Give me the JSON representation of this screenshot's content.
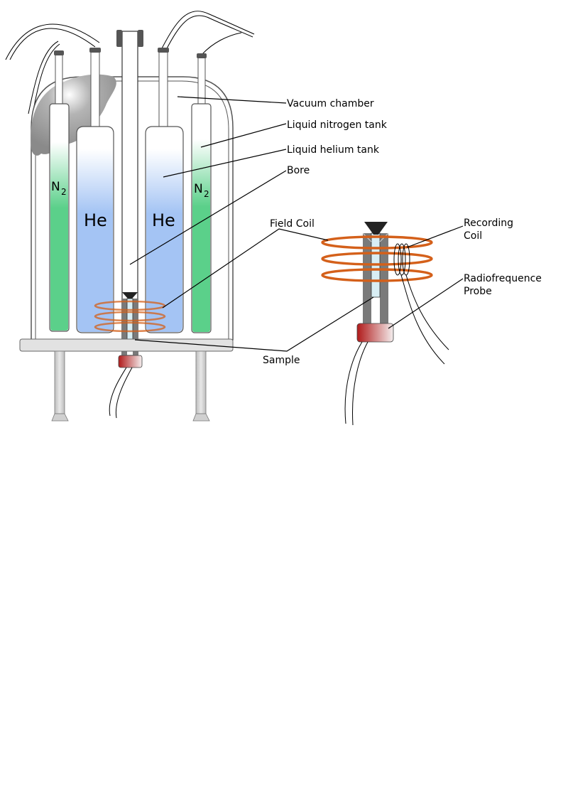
{
  "labels": {
    "vacuum_chamber": "Vacuum chamber",
    "liquid_nitrogen_tank": "Liquid nitrogen tank",
    "liquid_helium_tank": "Liquid helium tank",
    "bore": "Bore",
    "field_coil": "Field Coil",
    "recording_coil_line1": "Recording",
    "recording_coil_line2": "Coil",
    "rf_probe_line1": "Radiofrequence",
    "rf_probe_line2": "Probe",
    "sample": "Sample"
  },
  "tank_labels": {
    "he_left": "He",
    "he_right": "He",
    "n2_main": "N",
    "n2_sub": "2"
  },
  "colors": {
    "helium": "#a4c4f4",
    "nitrogen": "#5bd08a",
    "coil": "#d4601a",
    "probe_red": "#b01a1a",
    "frost": "#999999"
  }
}
